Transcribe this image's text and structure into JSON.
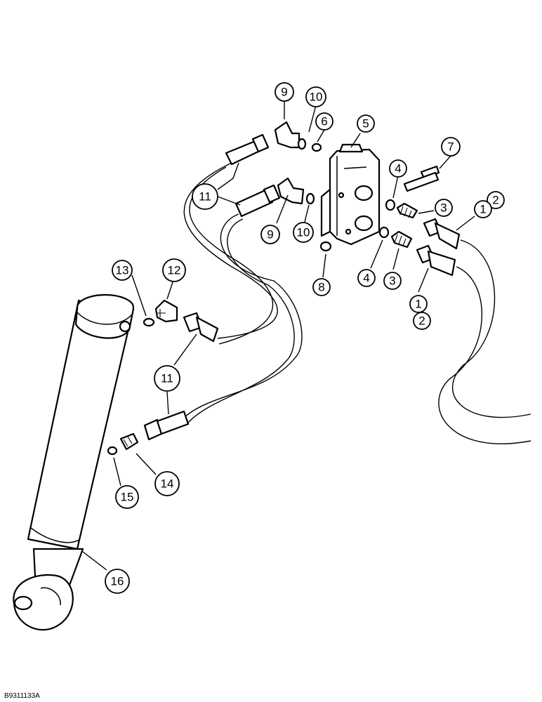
{
  "figure_id": "B9311133A",
  "callouts": [
    {
      "label": "9"
    },
    {
      "label": "10"
    },
    {
      "label": "6"
    },
    {
      "label": "5"
    },
    {
      "label": "7"
    },
    {
      "label": "4"
    },
    {
      "label": "2"
    },
    {
      "label": "1"
    },
    {
      "label": "3"
    },
    {
      "label": "11"
    },
    {
      "label": "9"
    },
    {
      "label": "10"
    },
    {
      "label": "8"
    },
    {
      "label": "4"
    },
    {
      "label": "3"
    },
    {
      "label": "1"
    },
    {
      "label": "2"
    },
    {
      "label": "13"
    },
    {
      "label": "12"
    },
    {
      "label": "11"
    },
    {
      "label": "14"
    },
    {
      "label": "15"
    },
    {
      "label": "16"
    }
  ]
}
